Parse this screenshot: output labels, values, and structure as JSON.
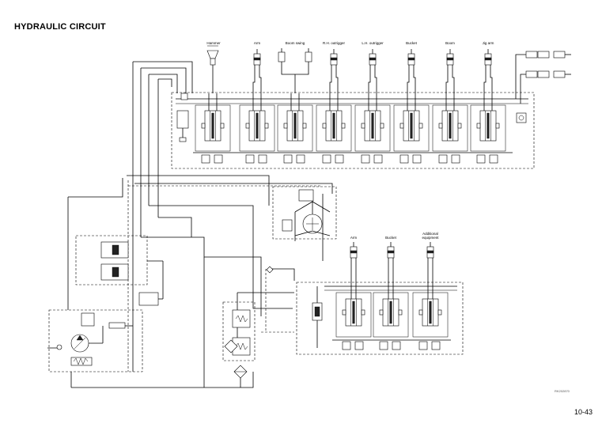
{
  "page": {
    "title": "HYDRAULIC CIRCUIT",
    "page_number": "10-43",
    "drawing_code": "RK202870"
  },
  "upper_valve": {
    "actuators": [
      {
        "key": "hammer",
        "label": "Hammer"
      },
      {
        "key": "arm",
        "label": "Arm"
      },
      {
        "key": "boom-swing",
        "label": "Boom swing"
      },
      {
        "key": "rh-outrigger",
        "label": "R.H. outrigger"
      },
      {
        "key": "lh-outrigger",
        "label": "L.H. outrigger"
      },
      {
        "key": "bucket",
        "label": "Bucket"
      },
      {
        "key": "boom",
        "label": "Boom"
      },
      {
        "key": "jig-arm",
        "label": "Jig arm"
      }
    ]
  },
  "lower_valve": {
    "actuators": [
      {
        "key": "arm",
        "label": "Arm"
      },
      {
        "key": "bucket",
        "label": "Bucket"
      },
      {
        "key": "additional-equipment",
        "label": "Additional\nequipment"
      }
    ]
  }
}
